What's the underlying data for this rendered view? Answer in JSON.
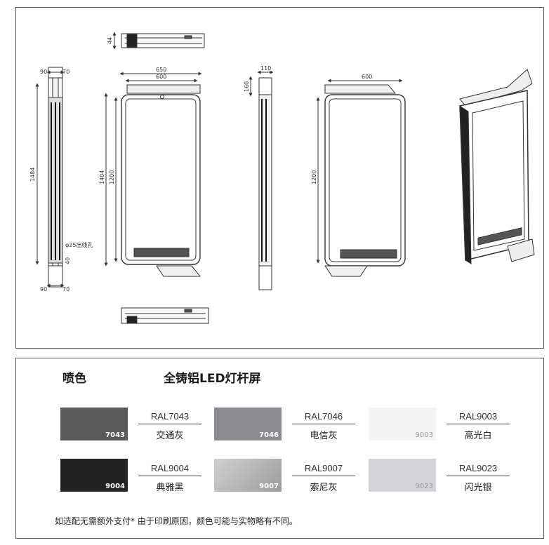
{
  "drawing": {
    "dims": {
      "top_depth": "44",
      "left_top_a": "90",
      "left_top_b": "70",
      "left_height": "1484",
      "left_bottom_a": "90",
      "left_bottom_b": "70",
      "left_hole_offset": "40",
      "cable_hole_note": "φ25出线孔",
      "front_outer_width": "650",
      "front_inner_width": "600",
      "front_outer_height": "1404",
      "front_inner_height": "1200",
      "side2_width": "110",
      "side2_offset": "160",
      "back_width": "600",
      "back_height": "1200"
    }
  },
  "finish_section": {
    "spray_title": "喷色",
    "product_title": "全铸铝LED灯杆屏",
    "swatches": [
      {
        "number": "7043",
        "code": "RAL7043",
        "name": "交通灰",
        "color": "#5a5a5c"
      },
      {
        "number": "7046",
        "code": "RAL7046",
        "name": "电信灰",
        "color": "#8a8b8f"
      },
      {
        "number": "9003",
        "code": "RAL9003",
        "name": "高光白",
        "color": "#f4f4f4"
      },
      {
        "number": "9004",
        "code": "RAL9004",
        "name": "典雅黑",
        "color": "#232323"
      },
      {
        "number": "9007",
        "code": "RAL9007",
        "name": "索尼灰",
        "color": "#b9b9b9"
      },
      {
        "number": "9023",
        "code": "RAL9023",
        "name": "闪光银",
        "color": "#d4d4d8"
      }
    ],
    "footnote": "如选配无需额外支付* 由于印刷原因，颜色可能与实物略有不同。"
  }
}
